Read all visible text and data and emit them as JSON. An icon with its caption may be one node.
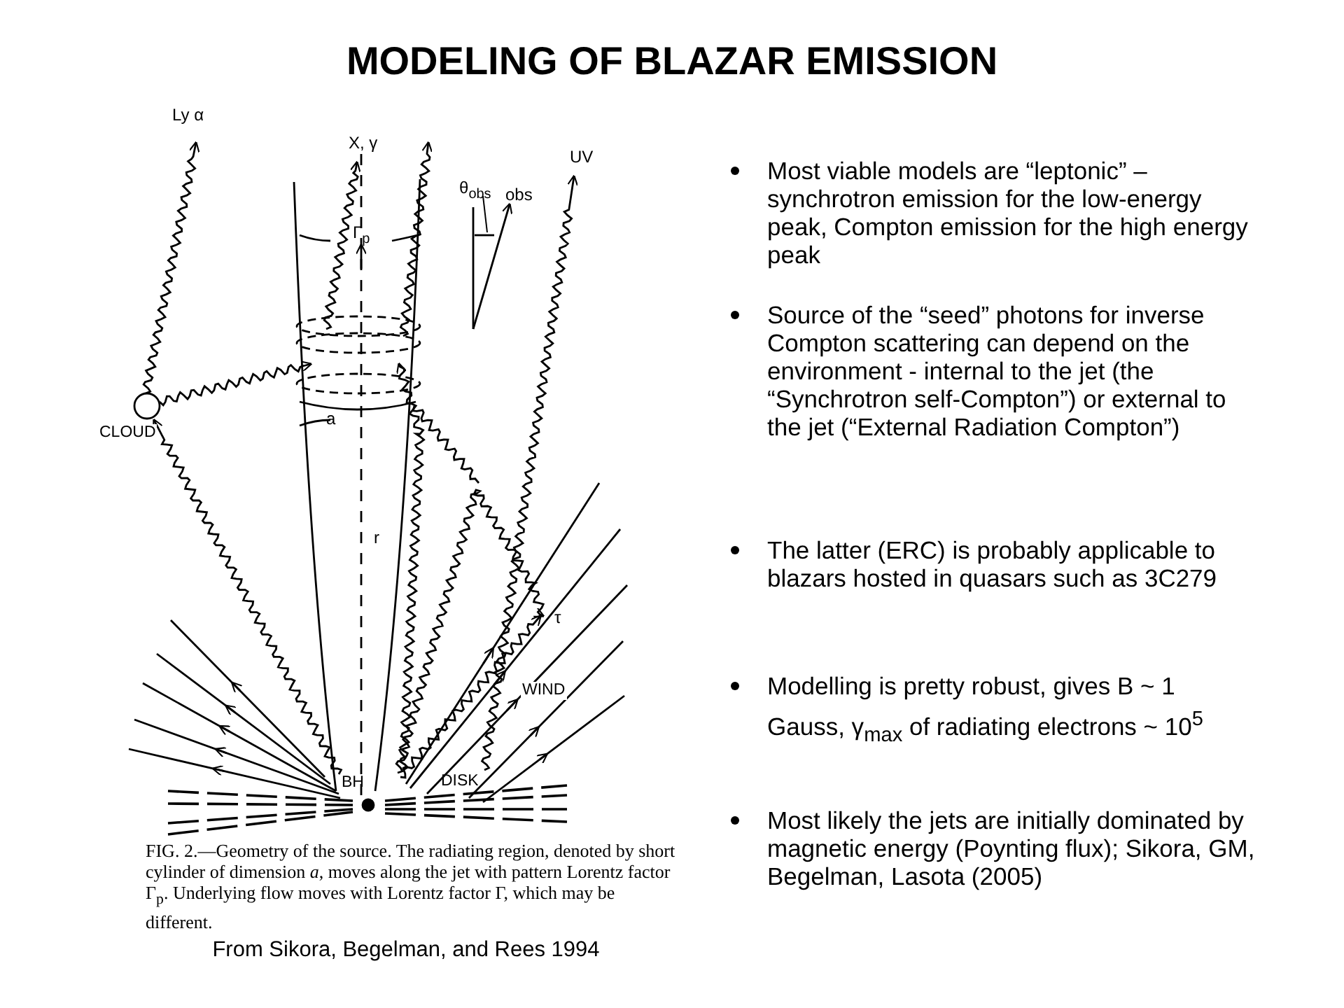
{
  "diagram": {
    "title": "MODELING OF BLAZAR EMISSION",
    "labels": [
      "Ly α",
      "X, γ",
      "UV",
      "θ$_{obs}$",
      "obs",
      "Γ$_{p}$",
      "CLOUD",
      "a",
      "r",
      "τ",
      "WIND",
      "DISK",
      "BH",
      "FIG. 2.—Geometry of the source. The radiating region, denoted by short cylinder of dimension *a*, moves along the jet with pattern Lorentz factor Γ$_{p}$. Underlying flow moves with Lorentz factor Γ, which may be different.",
      "From Sikora, Begelman, and Rees 1994",
      "Most viable models are “leptonic” – synchrotron emission for the low-energy peak, Compton emission for the high energy peak",
      "Source of the “seed” photons for inverse Compton scattering can depend on the environment - internal to the jet (the “Synchrotron self-Compton”) or external to the jet (“External Radiation Compton”)",
      "The latter (ERC) is probably applicable to blazars hosted in quasars such as 3C279",
      "Modelling is pretty robust, gives B ~ 1 Gauss, γ$_{max}$ of radiating electrons ~ 10$^{5}$",
      "Most likely the jets are initially dominated by magnetic energy (Poynting flux);  Sikora, GM, Begelman, Lasota (2005)"
    ]
  }
}
